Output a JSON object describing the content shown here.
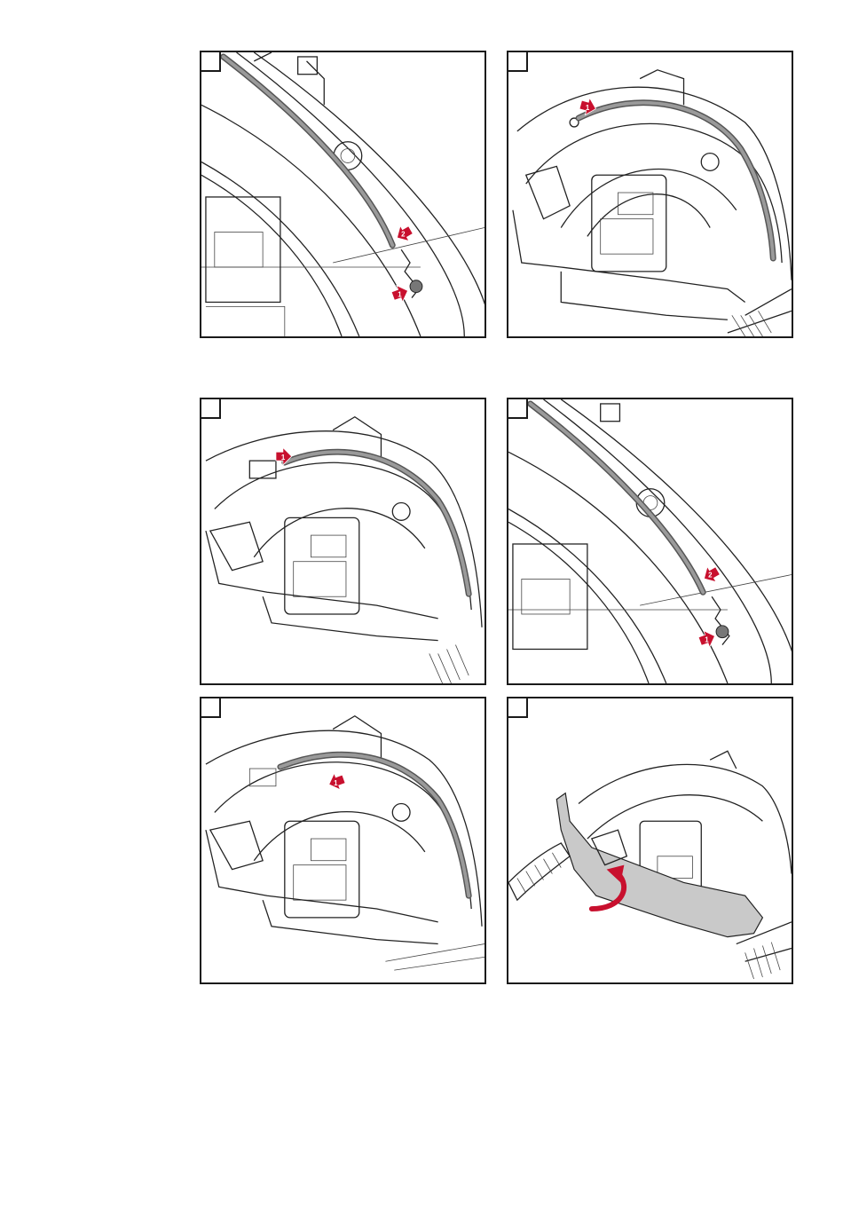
{
  "panels": [
    {
      "id": "p1",
      "step": "",
      "arrows": [
        "1",
        "2"
      ]
    },
    {
      "id": "p2",
      "step": "",
      "arrows": [
        "1"
      ]
    },
    {
      "id": "p3",
      "step": "",
      "arrows": [
        "1"
      ]
    },
    {
      "id": "p4",
      "step": "",
      "arrows": [
        "1",
        "2"
      ]
    },
    {
      "id": "p5",
      "step": "",
      "arrows": [
        "1"
      ]
    },
    {
      "id": "p6",
      "step": "",
      "arrows": []
    }
  ],
  "colors": {
    "arrow": "#c8102e",
    "frame": "#1a1a1a",
    "cover_highlight": "#c9c9c9"
  }
}
